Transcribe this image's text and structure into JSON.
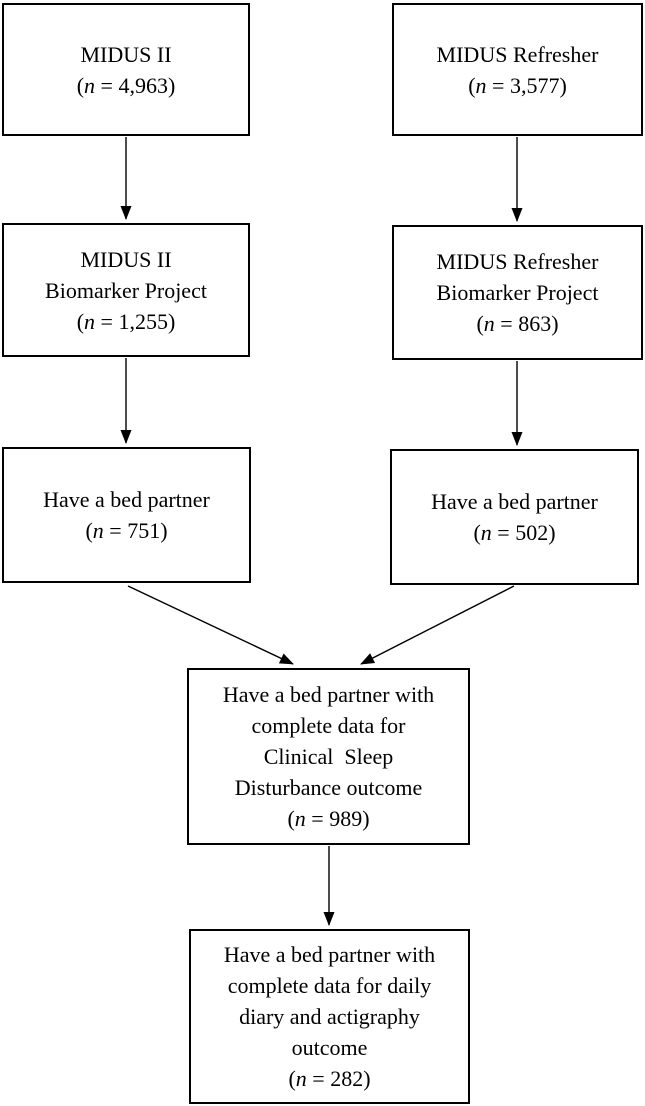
{
  "diagram": {
    "type": "flowchart",
    "colors": {
      "border": "#000000",
      "background": "#ffffff",
      "text": "#000000",
      "arrow": "#000000"
    },
    "boxes": [
      {
        "id": "midus2",
        "text": "MIDUS II\n(n = 4,963)"
      },
      {
        "id": "midus-refresher",
        "text": "MIDUS Refresher\n(n = 3,577)"
      },
      {
        "id": "midus2-biomarker",
        "text": "MIDUS II\nBiomarker Project\n(n = 1,255)"
      },
      {
        "id": "midus-refresher-biomarker",
        "text": "MIDUS Refresher\nBiomarker Project\n(n = 863)"
      },
      {
        "id": "bed-partner-midus2",
        "text": "Have a bed partner\n(n = 751)"
      },
      {
        "id": "bed-partner-refresher",
        "text": "Have a bed partner\n(n = 502)"
      },
      {
        "id": "clinical-sleep-outcome",
        "text": "Have a bed partner with\ncomplete data for\nClinical  Sleep\nDisturbance outcome\n(n = 989)"
      },
      {
        "id": "daily-diary-outcome",
        "text": "Have a bed partner with\ncomplete data for daily\ndiary and actigraphy\noutcome\n(n = 282)"
      }
    ],
    "edges": [
      {
        "from": "midus2",
        "to": "midus2-biomarker"
      },
      {
        "from": "midus-refresher",
        "to": "midus-refresher-biomarker"
      },
      {
        "from": "midus2-biomarker",
        "to": "bed-partner-midus2"
      },
      {
        "from": "midus-refresher-biomarker",
        "to": "bed-partner-refresher"
      },
      {
        "from": "bed-partner-midus2",
        "to": "clinical-sleep-outcome"
      },
      {
        "from": "bed-partner-refresher",
        "to": "clinical-sleep-outcome"
      },
      {
        "from": "clinical-sleep-outcome",
        "to": "daily-diary-outcome"
      }
    ]
  }
}
